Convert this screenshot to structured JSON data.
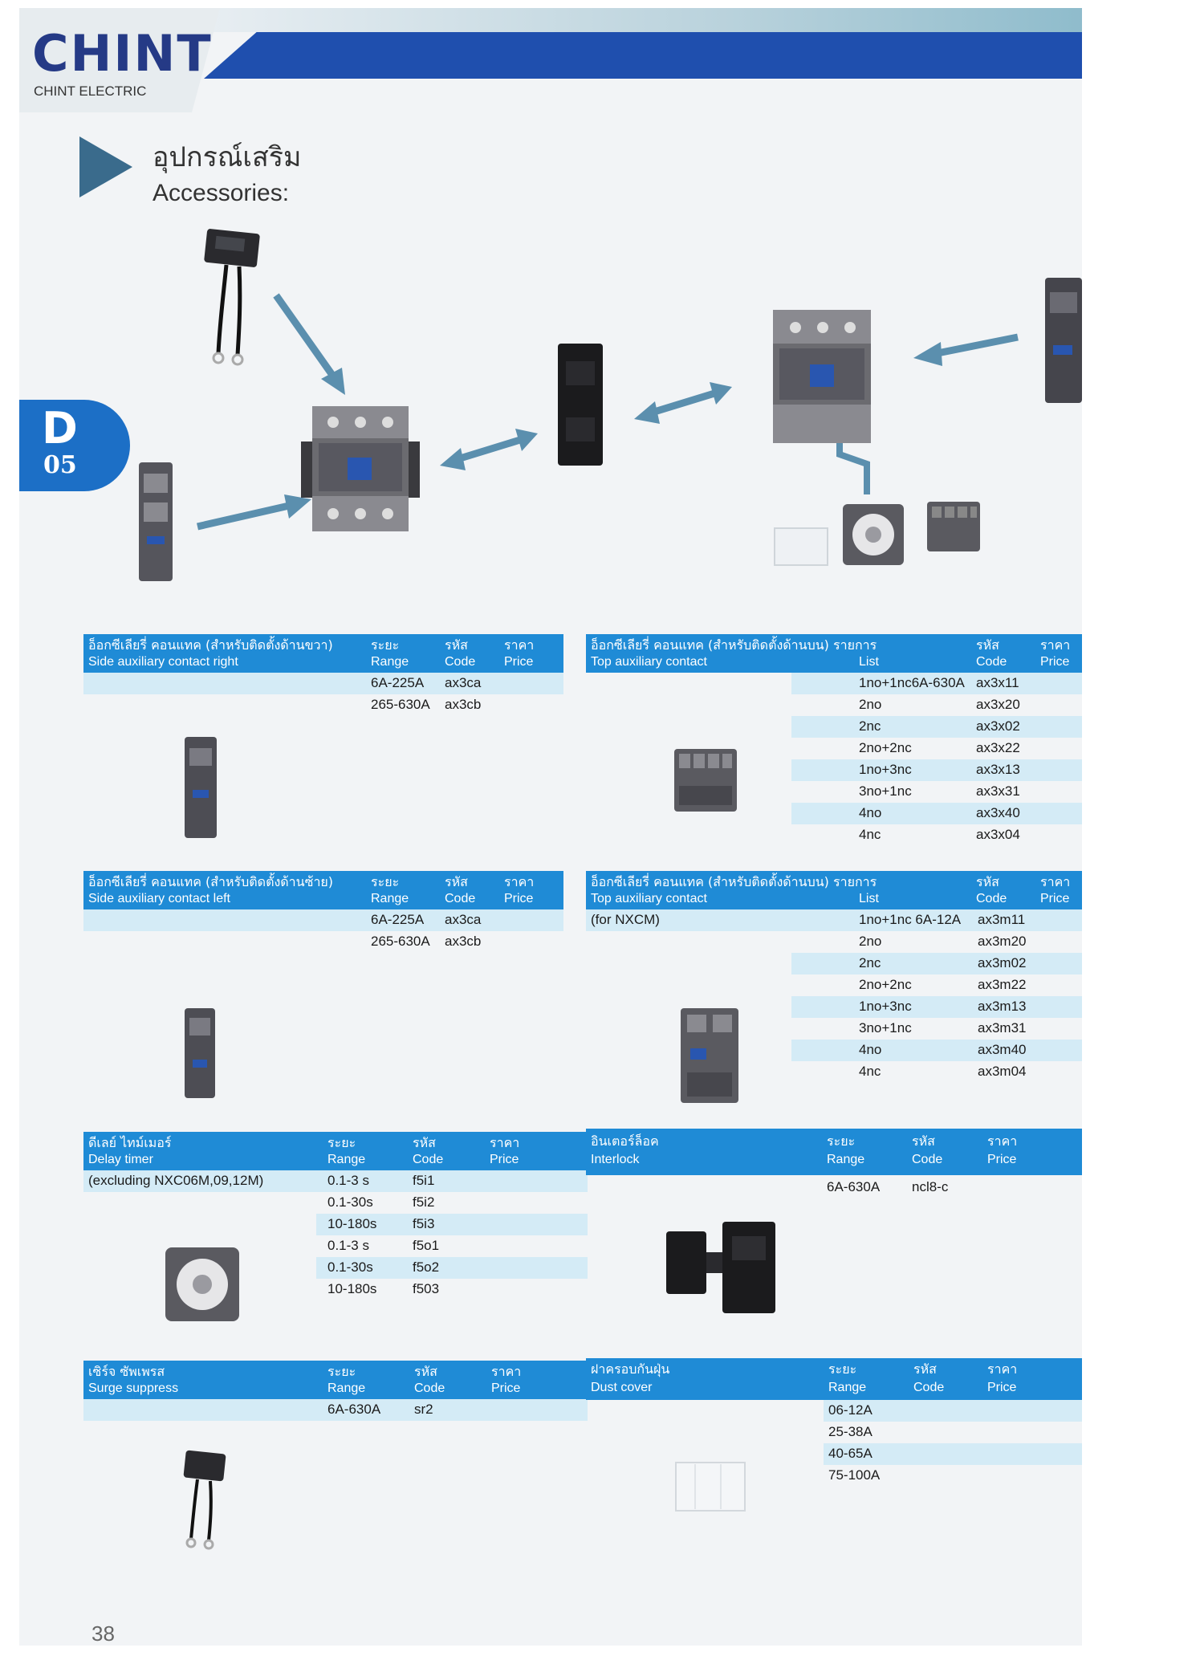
{
  "header": {
    "brand": "CHINT",
    "brand_sub": "CHINT ELECTRIC",
    "title_th": "อุปกรณ์เสริม",
    "title_en": "Accessories:",
    "tab_letter": "D",
    "tab_number": "05",
    "page_number": "38"
  },
  "tables": {
    "side_right": {
      "title_th": "อ็อกซีเลียรี่ คอนแทค (สำหรับติดตั้งด้านขวา)",
      "title_en": "Side auxiliary contact right",
      "col1_th": "ระยะ",
      "col1_en": "Range",
      "col2_th": "รหัส",
      "col2_en": "Code",
      "col3_th": "ราคา",
      "col3_en": "Price",
      "rows": [
        {
          "a": "6A-225A",
          "b": "ax3ca"
        },
        {
          "a": "265-630A",
          "b": "ax3cb"
        }
      ]
    },
    "side_left": {
      "title_th": "อ็อกซีเลียรี่ คอนแทค (สำหรับติดตั้งด้านซ้าย)",
      "title_en": "Side auxiliary contact left",
      "col1_th": "ระยะ",
      "col1_en": "Range",
      "col2_th": "รหัส",
      "col2_en": "Code",
      "col3_th": "ราคา",
      "col3_en": "Price",
      "rows": [
        {
          "a": "6A-225A",
          "b": "ax3ca"
        },
        {
          "a": "265-630A",
          "b": "ax3cb"
        }
      ]
    },
    "top_aux": {
      "title_th": "อ็อกซีเลียรี่ คอนแทค (สำหรับติดตั้งด้านบน) รายการ",
      "title_en": "Top auxiliary contact",
      "col1_en": "List",
      "col2_th": "รหัส",
      "col2_en": "Code",
      "col3_th": "ราคา",
      "col3_en": "Price",
      "rows": [
        {
          "a": "1no+1nc6A-630A",
          "b": "ax3x11"
        },
        {
          "a": "2no",
          "b": "ax3x20"
        },
        {
          "a": "2nc",
          "b": "ax3x02"
        },
        {
          "a": "2no+2nc",
          "b": "ax3x22"
        },
        {
          "a": "1no+3nc",
          "b": "ax3x13"
        },
        {
          "a": "3no+1nc",
          "b": "ax3x31"
        },
        {
          "a": "4no",
          "b": "ax3x40"
        },
        {
          "a": "4nc",
          "b": "ax3x04"
        }
      ]
    },
    "top_aux_nxcm": {
      "title_th": "อ็อกซีเลียรี่ คอนแทค (สำหรับติดตั้งด้านบน) รายการ",
      "title_en": "Top auxiliary contact",
      "note": "(for NXCM)",
      "col1_en": "List",
      "col2_th": "รหัส",
      "col2_en": "Code",
      "col3_th": "ราคา",
      "col3_en": "Price",
      "rows": [
        {
          "a": "1no+1nc 6A-12A",
          "b": "ax3m11"
        },
        {
          "a": "2no",
          "b": "ax3m20"
        },
        {
          "a": "2nc",
          "b": "ax3m02"
        },
        {
          "a": "2no+2nc",
          "b": "ax3m22"
        },
        {
          "a": "1no+3nc",
          "b": "ax3m13"
        },
        {
          "a": "3no+1nc",
          "b": "ax3m31"
        },
        {
          "a": "4no",
          "b": "ax3m40"
        },
        {
          "a": "4nc",
          "b": "ax3m04"
        }
      ]
    },
    "delay_timer": {
      "title_th": "ดีเลย์ ไทม์เมอร์",
      "title_en": "Delay timer",
      "note": "(excluding NXC06M,09,12M)",
      "col1_th": "ระยะ",
      "col1_en": "Range",
      "col2_th": "รหัส",
      "col2_en": "Code",
      "col3_th": "ราคา",
      "col3_en": "Price",
      "rows": [
        {
          "a": "0.1-3 s",
          "b": "f5i1"
        },
        {
          "a": "0.1-30s",
          "b": "f5i2"
        },
        {
          "a": "10-180s",
          "b": "f5i3"
        },
        {
          "a": "0.1-3 s",
          "b": "f5o1"
        },
        {
          "a": "0.1-30s",
          "b": "f5o2"
        },
        {
          "a": "10-180s",
          "b": "f503"
        }
      ]
    },
    "interlock": {
      "title_th": "อินเตอร์ล็อค",
      "title_en": "Interlock",
      "col1_th": "ระยะ",
      "col1_en": "Range",
      "col2_th": "รหัส",
      "col2_en": "Code",
      "col3_th": "ราคา",
      "col3_en": "Price",
      "rows": [
        {
          "a": "6A-630A",
          "b": "ncl8-c"
        }
      ]
    },
    "surge": {
      "title_th": "เซิร์จ ซัพเพรส",
      "title_en": "Surge suppress",
      "col1_th": "ระยะ",
      "col1_en": "Range",
      "col2_th": "รหัส",
      "col2_en": "Code",
      "col3_th": "ราคา",
      "col3_en": "Price",
      "rows": [
        {
          "a": "6A-630A",
          "b": "sr2"
        }
      ]
    },
    "dust_cover": {
      "title_th": "ฝาครอบกันฝุ่น",
      "title_en": "Dust cover",
      "col1_th": "ระยะ",
      "col1_en": "Range",
      "col2_th": "รหัส",
      "col2_en": "Code",
      "col3_th": "ราคา",
      "col3_en": "Price",
      "rows": [
        {
          "a": "06-12A",
          "b": ""
        },
        {
          "a": "25-38A",
          "b": ""
        },
        {
          "a": "40-65A",
          "b": ""
        },
        {
          "a": "75-100A",
          "b": ""
        }
      ]
    }
  }
}
